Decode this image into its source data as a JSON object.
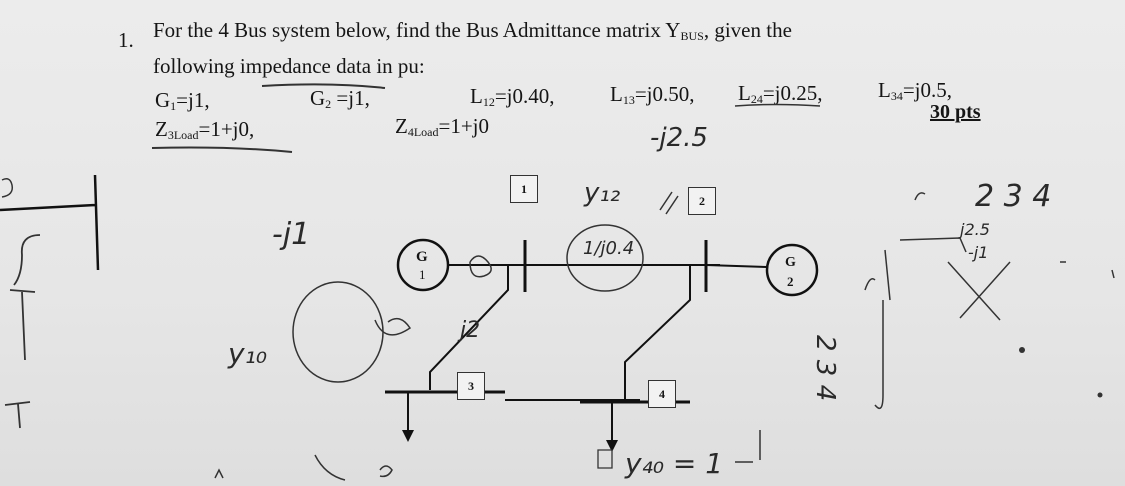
{
  "question": {
    "number": "1.",
    "line1": "For the 4 Bus system below, find the Bus Admittance matrix Y",
    "line1_sub": "BUS",
    "line1_end": ", given the",
    "line2": "following impedance data in pu:",
    "points": "30 pts"
  },
  "impedances": {
    "g1": {
      "name": "G",
      "sub": "1",
      "value": "=j1,"
    },
    "g2": {
      "name": "G",
      "sub": "2",
      "value": " =j1,"
    },
    "l12": {
      "name": "L",
      "sub": "12",
      "value": "=j0.40,"
    },
    "l13": {
      "name": "L",
      "sub": "13",
      "value": "=j0.50,"
    },
    "l24": {
      "name": "L",
      "sub": "24",
      "value": "=j0.25,"
    },
    "l34": {
      "name": "L",
      "sub": "34",
      "value": "=j0.5,"
    },
    "z3": {
      "name": "Z",
      "sub": "3Load",
      "value": "=1+j0,"
    },
    "z4": {
      "name": "Z",
      "sub": "4Load",
      "value": "=1+j0"
    }
  },
  "diagram": {
    "bus1": "1",
    "bus2": "2",
    "bus3": "3",
    "bus4": "4",
    "gen1": "G",
    "gen1_num": "1",
    "gen2": "G",
    "gen2_num": "2"
  },
  "handwritten": {
    "y12": "y₁₂",
    "one_over_j04": "1/j0.4",
    "minus_j25": "-j2.5",
    "minus_j1": "-j1",
    "y10": "y₁₀",
    "j2": "j2",
    "y40": "y₄₀ = 1",
    "col_labels": "2  3  4",
    "row_labels": "2 3 4",
    "mat_a": "j2.5",
    "mat_b": "-j1"
  }
}
